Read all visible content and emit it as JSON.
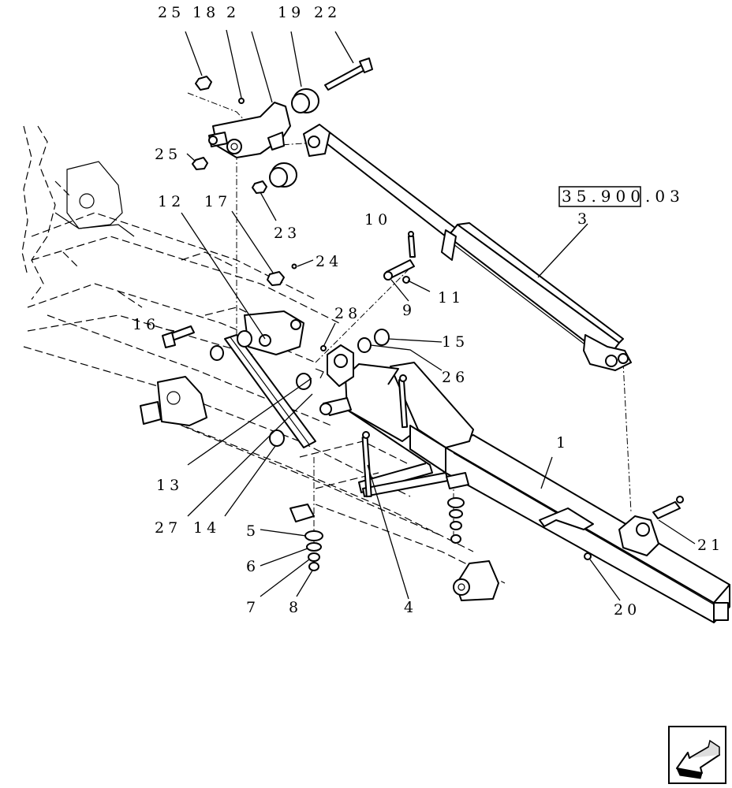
{
  "reference": "35.900.03",
  "callouts": [
    {
      "id": "c25a",
      "text": "25"
    },
    {
      "id": "c18",
      "text": "18"
    },
    {
      "id": "c2",
      "text": "2"
    },
    {
      "id": "c19",
      "text": "19"
    },
    {
      "id": "c22",
      "text": "22"
    },
    {
      "id": "c25b",
      "text": "25"
    },
    {
      "id": "c12",
      "text": "12"
    },
    {
      "id": "c17",
      "text": "17"
    },
    {
      "id": "c23",
      "text": "23"
    },
    {
      "id": "c3",
      "text": "3"
    },
    {
      "id": "c10",
      "text": "10"
    },
    {
      "id": "c24",
      "text": "24"
    },
    {
      "id": "c9",
      "text": "9"
    },
    {
      "id": "c11",
      "text": "11"
    },
    {
      "id": "c16",
      "text": "16"
    },
    {
      "id": "c28",
      "text": "28"
    },
    {
      "id": "c15",
      "text": "15"
    },
    {
      "id": "c26",
      "text": "26"
    },
    {
      "id": "c1",
      "text": "1"
    },
    {
      "id": "c13",
      "text": "13"
    },
    {
      "id": "c27",
      "text": "27"
    },
    {
      "id": "c14",
      "text": "14"
    },
    {
      "id": "c5",
      "text": "5"
    },
    {
      "id": "c6",
      "text": "6"
    },
    {
      "id": "c7",
      "text": "7"
    },
    {
      "id": "c8",
      "text": "8"
    },
    {
      "id": "c4",
      "text": "4"
    },
    {
      "id": "c20",
      "text": "20"
    },
    {
      "id": "c21",
      "text": "21"
    }
  ],
  "icons": {
    "navigation": "back-arrow-icon"
  }
}
